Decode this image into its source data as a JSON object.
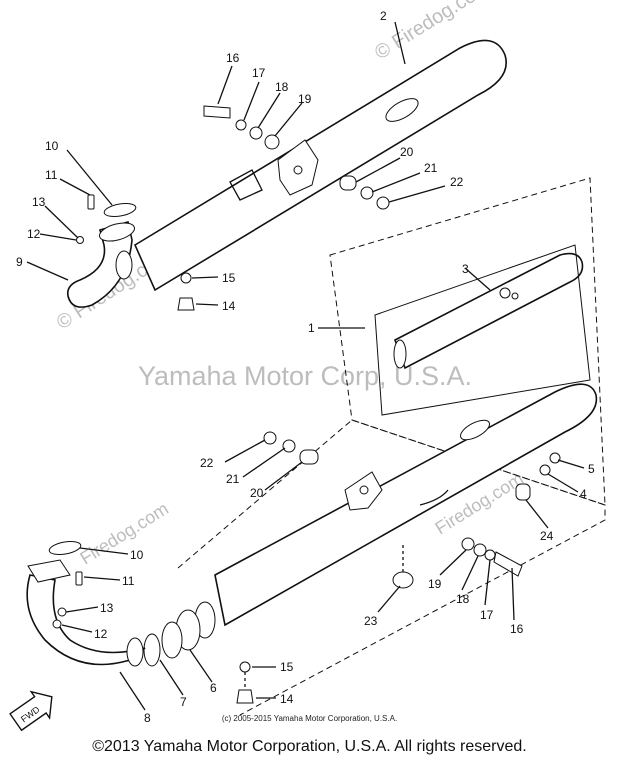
{
  "watermarks": {
    "center": "Yamaha Motor Corp, U.S.A.",
    "corner_top": "© Firedog.com",
    "corner_left": "© Firedog.com",
    "mid": "Firedog.com",
    "lower": "Firedog.com"
  },
  "part_labels": [
    "1",
    "2",
    "3",
    "4",
    "5",
    "6",
    "7",
    "8",
    "9",
    "10",
    "11",
    "12",
    "13",
    "14",
    "15",
    "16",
    "17",
    "18",
    "19",
    "20",
    "21",
    "22",
    "23",
    "24"
  ],
  "labels_dup": {
    "p10": "10",
    "p11": "11",
    "p12": "12",
    "p13": "13",
    "p14": "14",
    "p15": "15",
    "p16": "16",
    "p17": "17",
    "p18": "18",
    "p19": "19",
    "p20": "20",
    "p21": "21",
    "p22": "22"
  },
  "fwd_badge": "FWD",
  "copyright_small": "(c) 2005-2015 Yamaha Motor Corporation, U.S.A.",
  "copyright_main": "©2013 Yamaha Motor Corporation, U.S.A. All rights reserved."
}
